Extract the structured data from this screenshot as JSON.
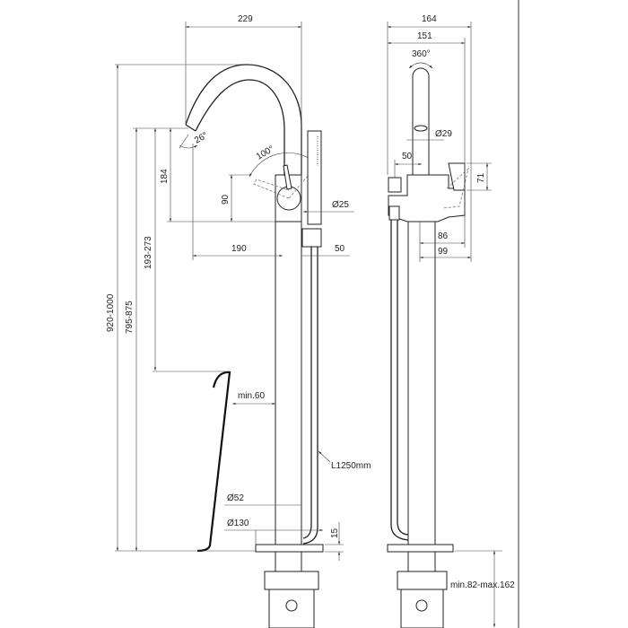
{
  "side_view": {
    "width": "229",
    "spout_angle": "26°",
    "lever_angle": "100°",
    "height_184": "184",
    "height_90": "90",
    "height_total": "920-1000",
    "height_spout": "795-875",
    "height_rim": "193-273",
    "reach": "190",
    "shower_offset": "50",
    "shower_diameter": "Ø25",
    "min_clearance": "min.60",
    "hose_length": "L1250mm",
    "column_diameter": "Ø52",
    "base_diameter": "Ø130",
    "base_height": "15"
  },
  "front_view": {
    "width_164": "164",
    "width_151": "151",
    "rotation": "360°",
    "spout_diameter": "Ø29",
    "offset_50": "50",
    "lever_height": "71",
    "depth_86": "86",
    "depth_99": "99",
    "install_depth": "min.82-max.162"
  }
}
